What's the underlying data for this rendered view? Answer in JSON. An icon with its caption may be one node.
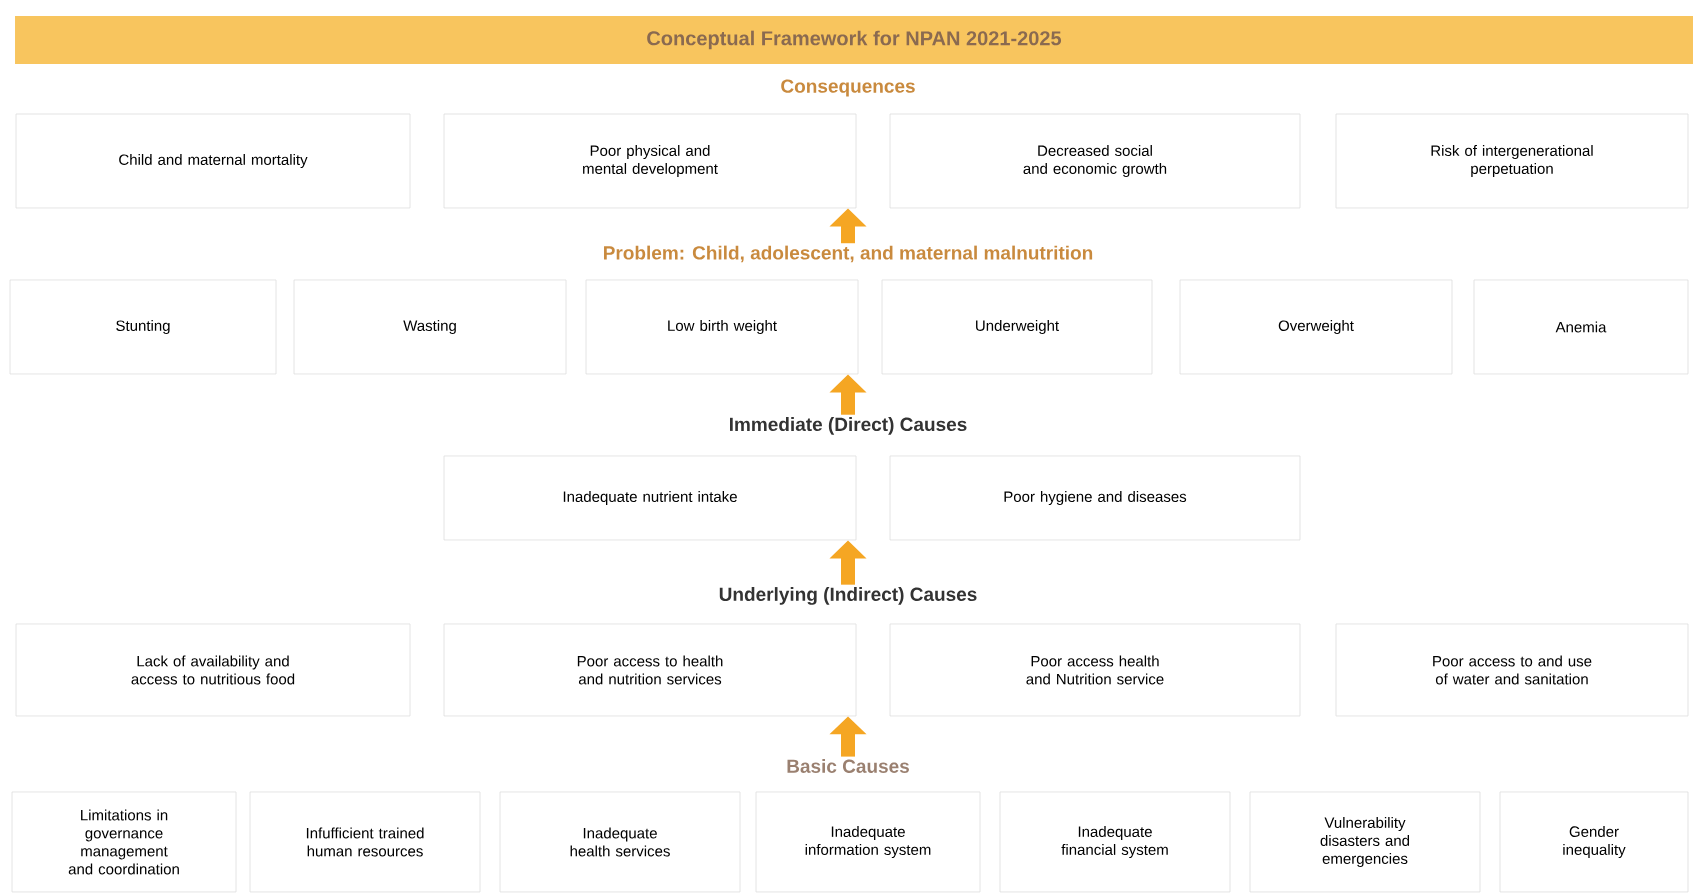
{
  "diagram": {
    "title": "Conceptual Framework for NPAN 2021-2025",
    "nodes": [
      {
        "text": [
          "Consequences"
        ]
      },
      {
        "text": [
          "Child and maternal mortality"
        ]
      },
      {
        "text": [
          "Poor physical and mental development"
        ]
      },
      {
        "text": [
          "Decreased social and economic growth"
        ]
      },
      {
        "text": [
          "Risk of intergenerational perpetuation"
        ]
      },
      {
        "text": [
          "Problem: Child, adolescent, and maternal malnutrition"
        ]
      },
      {
        "text": [
          "Stunting"
        ]
      },
      {
        "text": [
          "Wasting"
        ]
      },
      {
        "text": [
          "Low birth weight"
        ]
      },
      {
        "text": [
          "Underweight"
        ]
      },
      {
        "text": [
          "Overweight"
        ]
      },
      {
        "text": [
          "Anemia"
        ]
      },
      {
        "text": [
          "Immediate (Direct) Causes"
        ]
      },
      {
        "text": [
          "Inadequate nutrient intake"
        ]
      },
      {
        "text": [
          "Poor hygiene and diseases"
        ]
      },
      {
        "text": [
          "Underlying (Indirect) Causes"
        ]
      },
      {
        "text": [
          "Lack of availability and access to nutritious food"
        ]
      },
      {
        "text": [
          "Poor access to health and nutrition services"
        ]
      },
      {
        "text": [
          "Poor access health and Nutrition service"
        ]
      },
      {
        "text": [
          "Poor access to and use of water and sanitation"
        ]
      },
      {
        "text": [
          "Basic Causes"
        ]
      },
      {
        "text": [
          "Limitations in governance management and coordination"
        ]
      },
      {
        "text": [
          "Infufficient trained human resources"
        ]
      },
      {
        "text": [
          "Inadequate health services"
        ]
      },
      {
        "text": [
          "Inadequate information system"
        ]
      },
      {
        "text": [
          "Inadequate financial system"
        ]
      },
      {
        "text": [
          "Vulnerability disasters and emergencies"
        ]
      },
      {
        "text": [
          "Gender inequality"
        ]
      }
    ],
    "edges": [
      {
        "from": 5,
        "to": 2,
        "arrow": "to"
      },
      {
        "from": 12,
        "to": 8,
        "arrow": "to"
      },
      {
        "from": 15,
        "to": 13,
        "arrow": "to"
      },
      {
        "from": 20,
        "to": 17,
        "arrow": "to"
      }
    ]
  }
}
